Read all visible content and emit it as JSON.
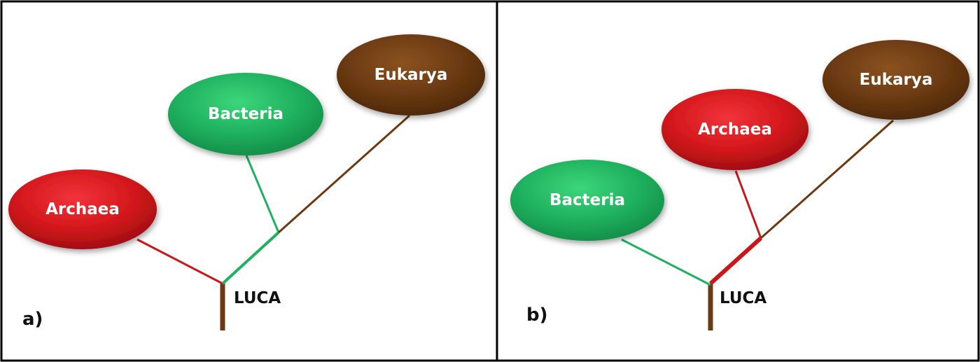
{
  "colors": {
    "archaea": "#c8181c",
    "bacteria": "#1fb15f",
    "eukarya": "#6b3a12",
    "frame": "#000000"
  },
  "panel_a": {
    "label": "a)",
    "root_label": "LUCA",
    "nodes": {
      "archaea": "Archaea",
      "bacteria": "Bacteria",
      "eukarya": "Eukarya"
    }
  },
  "panel_b": {
    "label": "b)",
    "root_label": "LUCA",
    "nodes": {
      "bacteria": "Bacteria",
      "archaea": "Archaea",
      "eukarya": "Eukarya"
    }
  }
}
